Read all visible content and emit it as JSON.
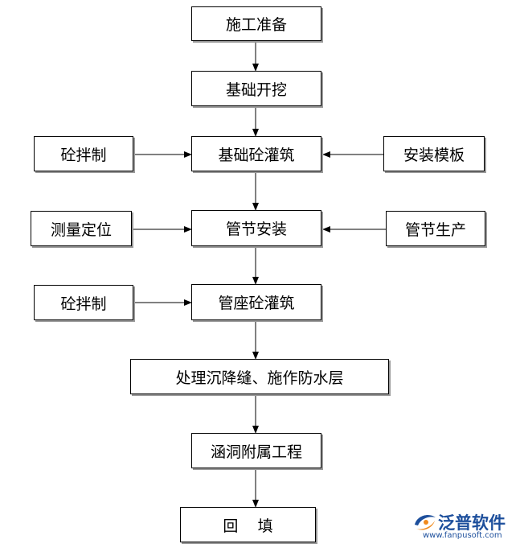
{
  "diagram": {
    "boxes": {
      "prep": "施工准备",
      "excavate": "基础开挖",
      "foundation_pour": "基础砼灌筑",
      "concrete_mix_1": "砼拌制",
      "formwork": "安装模板",
      "survey": "测量定位",
      "pipe_install": "管节安装",
      "pipe_produce": "管节生产",
      "concrete_mix_2": "砼拌制",
      "seat_pour": "管座砼灌筑",
      "joint_waterproof": "处理沉降缝、施作防水层",
      "culvert_works": "涵洞附属工程",
      "backfill": "回    填"
    }
  },
  "watermark": {
    "name": "泛普软件",
    "url": "www.fanpusoft.com"
  },
  "colors": {
    "line": "#000000",
    "shadow": "#9a9a9a",
    "logo_blue": "#1d4f9c",
    "logo_orange": "#f08a1c"
  }
}
